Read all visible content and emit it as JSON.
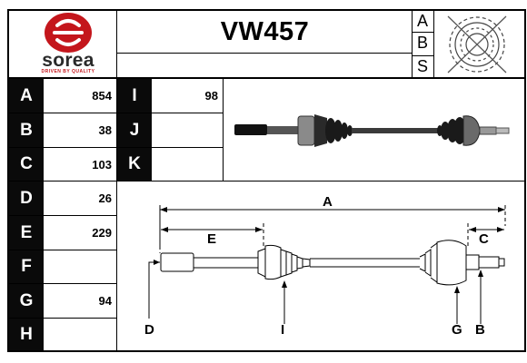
{
  "header": {
    "brand_name": "sorea",
    "brand_tagline": "DRIVEN BY QUALITY",
    "part_number": "VW457",
    "abs_letters": [
      "A",
      "B",
      "S"
    ],
    "brand_color": "#c4161c"
  },
  "specs": {
    "left_rows": [
      {
        "letter": "A",
        "value": "854"
      },
      {
        "letter": "B",
        "value": "38"
      },
      {
        "letter": "C",
        "value": "103"
      },
      {
        "letter": "D",
        "value": "26"
      },
      {
        "letter": "E",
        "value": "229"
      },
      {
        "letter": "F",
        "value": ""
      },
      {
        "letter": "G",
        "value": "94"
      },
      {
        "letter": "H",
        "value": ""
      }
    ],
    "mid_rows": [
      {
        "letter": "I",
        "value": "98"
      },
      {
        "letter": "J",
        "value": ""
      },
      {
        "letter": "K",
        "value": ""
      }
    ]
  },
  "diagram": {
    "dim_labels": {
      "A": "A",
      "E": "E",
      "C": "C",
      "D": "D",
      "I": "I",
      "G": "G",
      "B": "B"
    },
    "icons": [
      "abs-sensor-ring-icon",
      "drive-shaft-photo",
      "drive-shaft-diagram"
    ]
  }
}
